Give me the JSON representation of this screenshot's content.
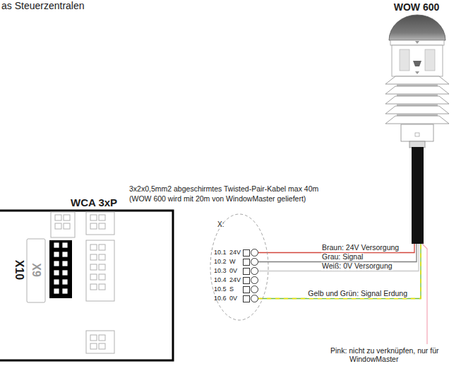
{
  "diagram": {
    "nodes": [
      {
        "text": [
          "WOW 600"
        ]
      },
      {
        "text": [
          "WCA 3xP"
        ]
      },
      {
        "text": [
          "X:"
        ]
      },
      {
        "text": [
          "10.1",
          "24V"
        ],
        "in": 2
      },
      {
        "text": [
          "10.2",
          "W"
        ],
        "in": 2
      },
      {
        "text": [
          "10.3",
          "0V"
        ],
        "in": 2
      },
      {
        "text": [
          "10.4",
          "24V"
        ],
        "in": 2
      },
      {
        "text": [
          "10.5",
          "S"
        ],
        "in": 2
      },
      {
        "text": [
          "10.6",
          "0V"
        ],
        "in": 2
      }
    ],
    "edges": [
      {
        "from": 3,
        "to": 0,
        "arrow": "none",
        "label": "Braun: 24V Versorgung"
      },
      {
        "from": 4,
        "to": 0,
        "arrow": "none",
        "label": "Grau: Signal"
      },
      {
        "from": 5,
        "to": 0,
        "arrow": "none",
        "label": "Weiß: 0V Versorgung"
      },
      {
        "from": 8,
        "to": 0,
        "arrow": "none",
        "label": "Gelb und Grün: Signal Erdung"
      }
    ],
    "labels": [
      "as Steuerzentralen",
      "3x2x0,5mm2 abgeschirmtes Twisted-Pair-Kabel max 40m",
      "(WOW 600 wird mit 20m von WindowMaster geliefert)",
      "X10",
      "X9",
      "Pink: nicht zu verknüpfen, nur für WindowMaster"
    ]
  }
}
